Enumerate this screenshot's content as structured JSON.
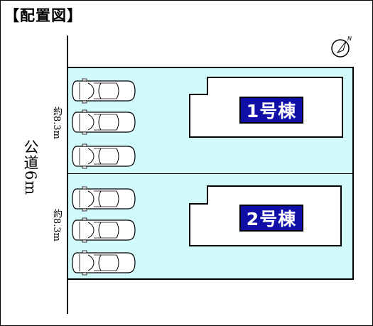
{
  "title": "【配置図】",
  "road": {
    "label": "公道6m"
  },
  "dimensions": [
    "約8.3m",
    "約8.3m"
  ],
  "buildings": [
    {
      "label": "1号棟"
    },
    {
      "label": "2号棟"
    }
  ],
  "compass": {
    "label": "N"
  },
  "parking": {
    "cars_per_lot": 3,
    "lots": 2
  },
  "colors": {
    "site": "#d2fafa",
    "badge": "#1010a8",
    "outline": "#000000"
  }
}
